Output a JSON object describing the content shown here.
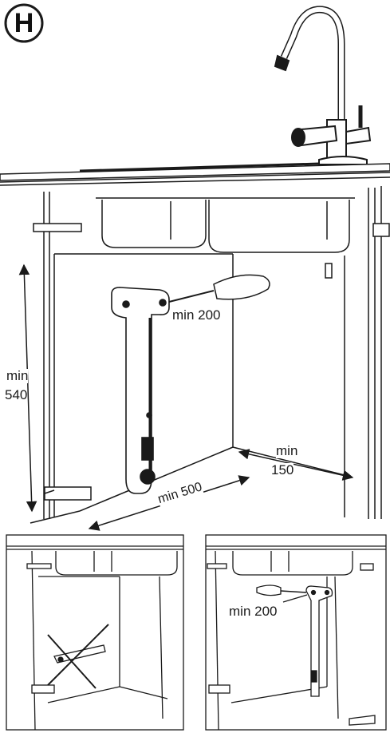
{
  "step": {
    "letter": "H"
  },
  "main": {
    "height_label_line1": "min",
    "height_label_line2": "540",
    "tap_clearance_label": "min 200",
    "width_label": "min 500",
    "side_label_line1": "min",
    "side_label_line2": "150"
  },
  "right_panel": {
    "tap_clearance_label": "min 200"
  },
  "colors": {
    "line": "#1a1a1a",
    "shade": "#d9d9d9",
    "background": "#ffffff"
  }
}
